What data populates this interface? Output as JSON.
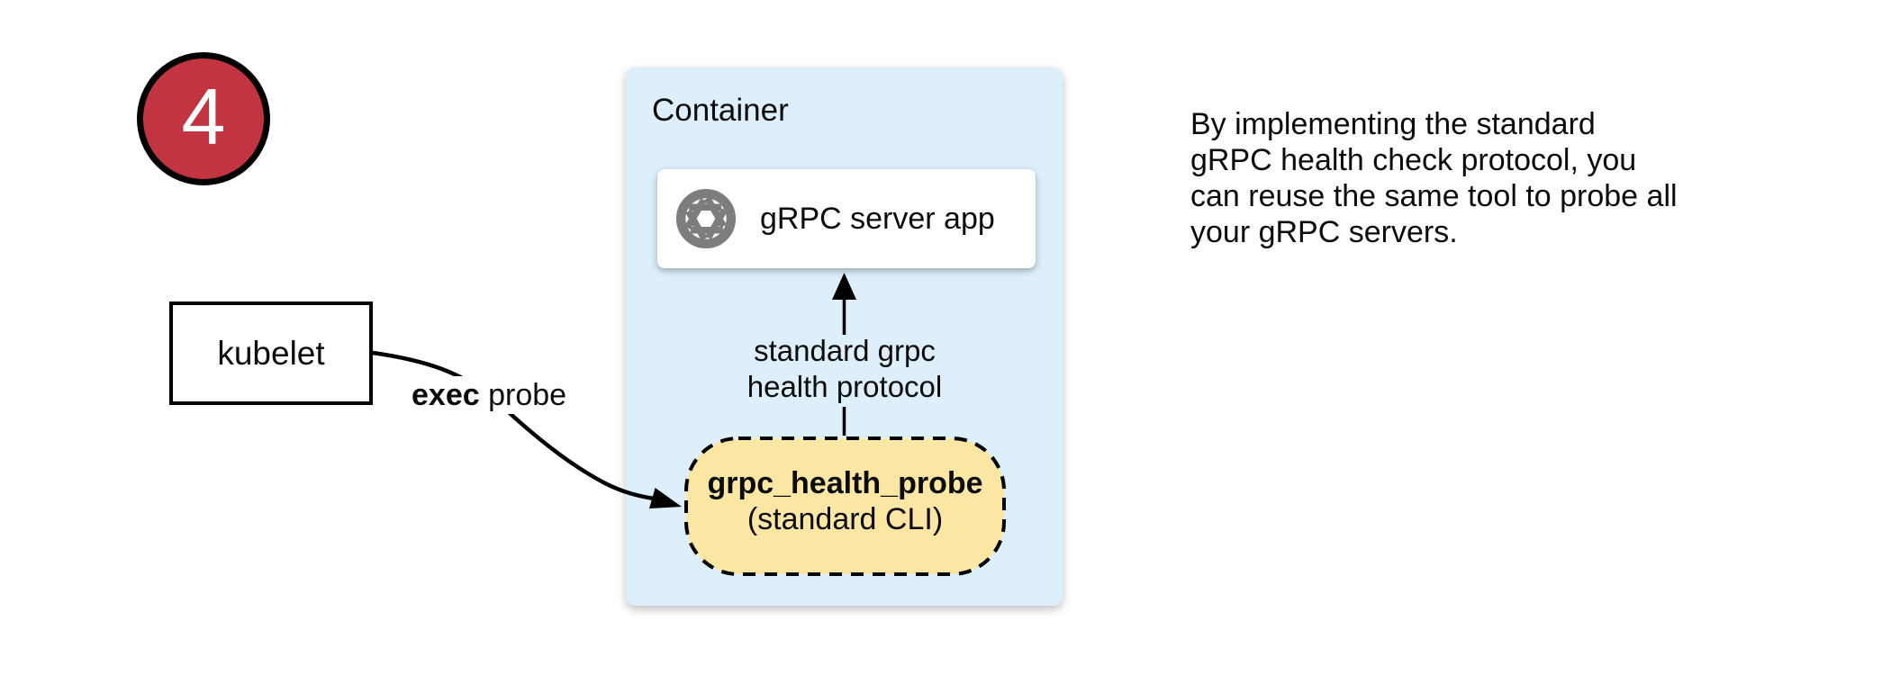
{
  "colors": {
    "badge_red": "#C23440",
    "container_blue": "#DCEFFA",
    "pill_yellow": "#FBE7A3",
    "icon_gray": "#7D7D7D",
    "ink": "#0B0B0B"
  },
  "badge": {
    "number": "4"
  },
  "kubelet": {
    "label": "kubelet"
  },
  "exec_probe": {
    "bold": "exec",
    "rest": " probe"
  },
  "container": {
    "title": "Container",
    "server_card": {
      "label": "gRPC server app",
      "icon": "aperture-icon"
    },
    "protocol_label": {
      "line1": "standard grpc",
      "line2": "health protocol"
    },
    "probe_pill": {
      "title": "grpc_health_probe",
      "subtitle": "(standard CLI)"
    }
  },
  "note": {
    "lines": [
      "By implementing the standard",
      "gRPC health check protocol, you",
      "can reuse the same tool to probe all",
      "your gRPC servers."
    ]
  }
}
